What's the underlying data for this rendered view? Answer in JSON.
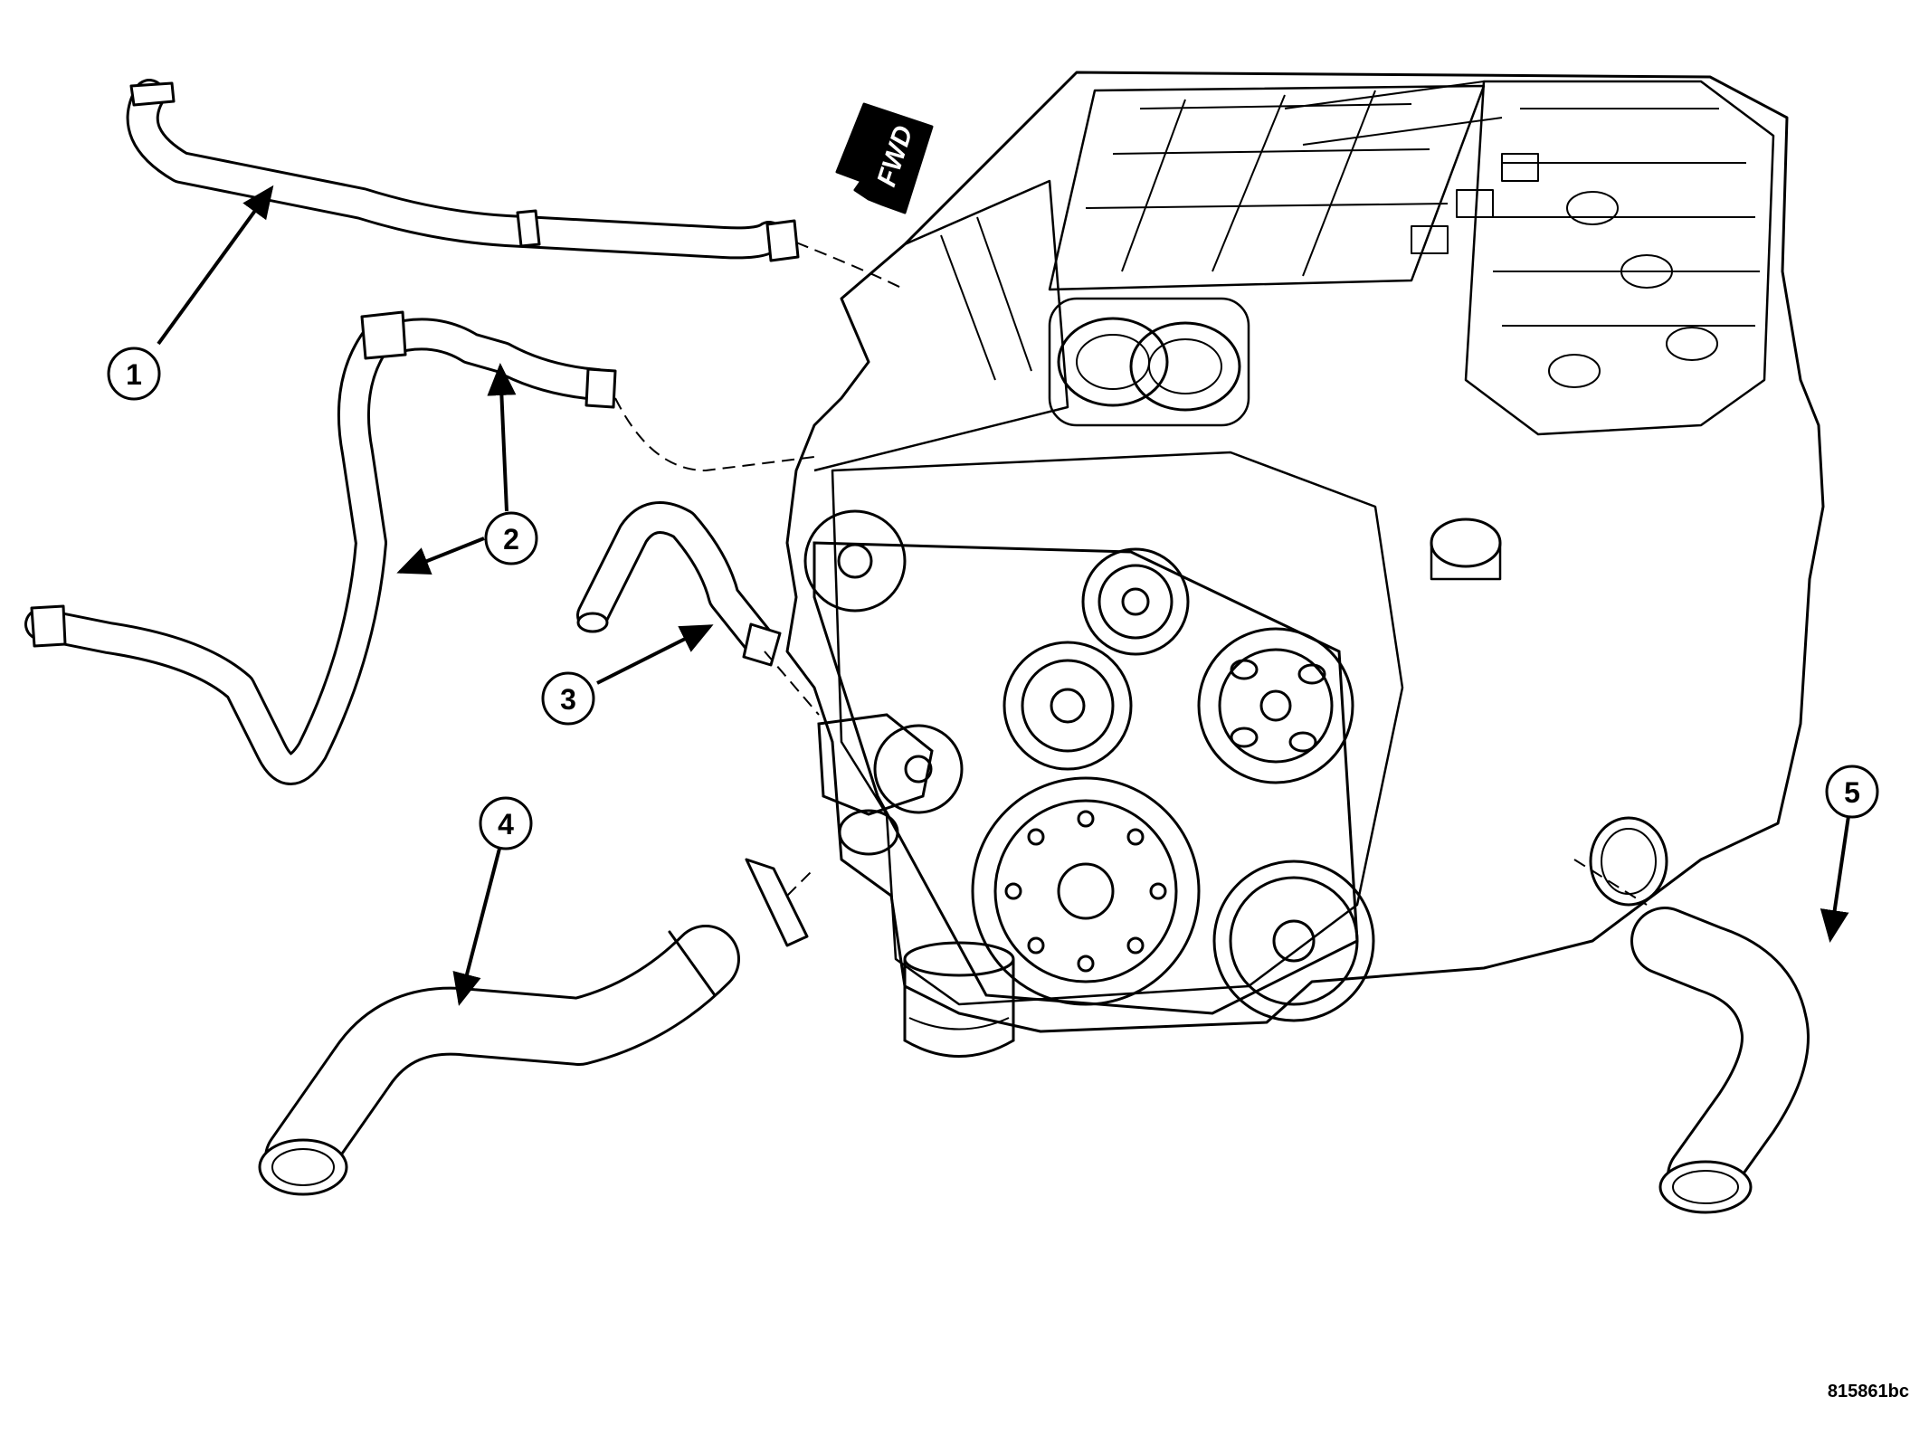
{
  "diagram": {
    "callouts": [
      {
        "id": "1",
        "label": "1"
      },
      {
        "id": "2",
        "label": "2"
      },
      {
        "id": "3",
        "label": "3"
      },
      {
        "id": "4",
        "label": "4"
      },
      {
        "id": "5",
        "label": "5"
      }
    ],
    "direction_label": "FWD",
    "figure_id": "815861bc"
  }
}
